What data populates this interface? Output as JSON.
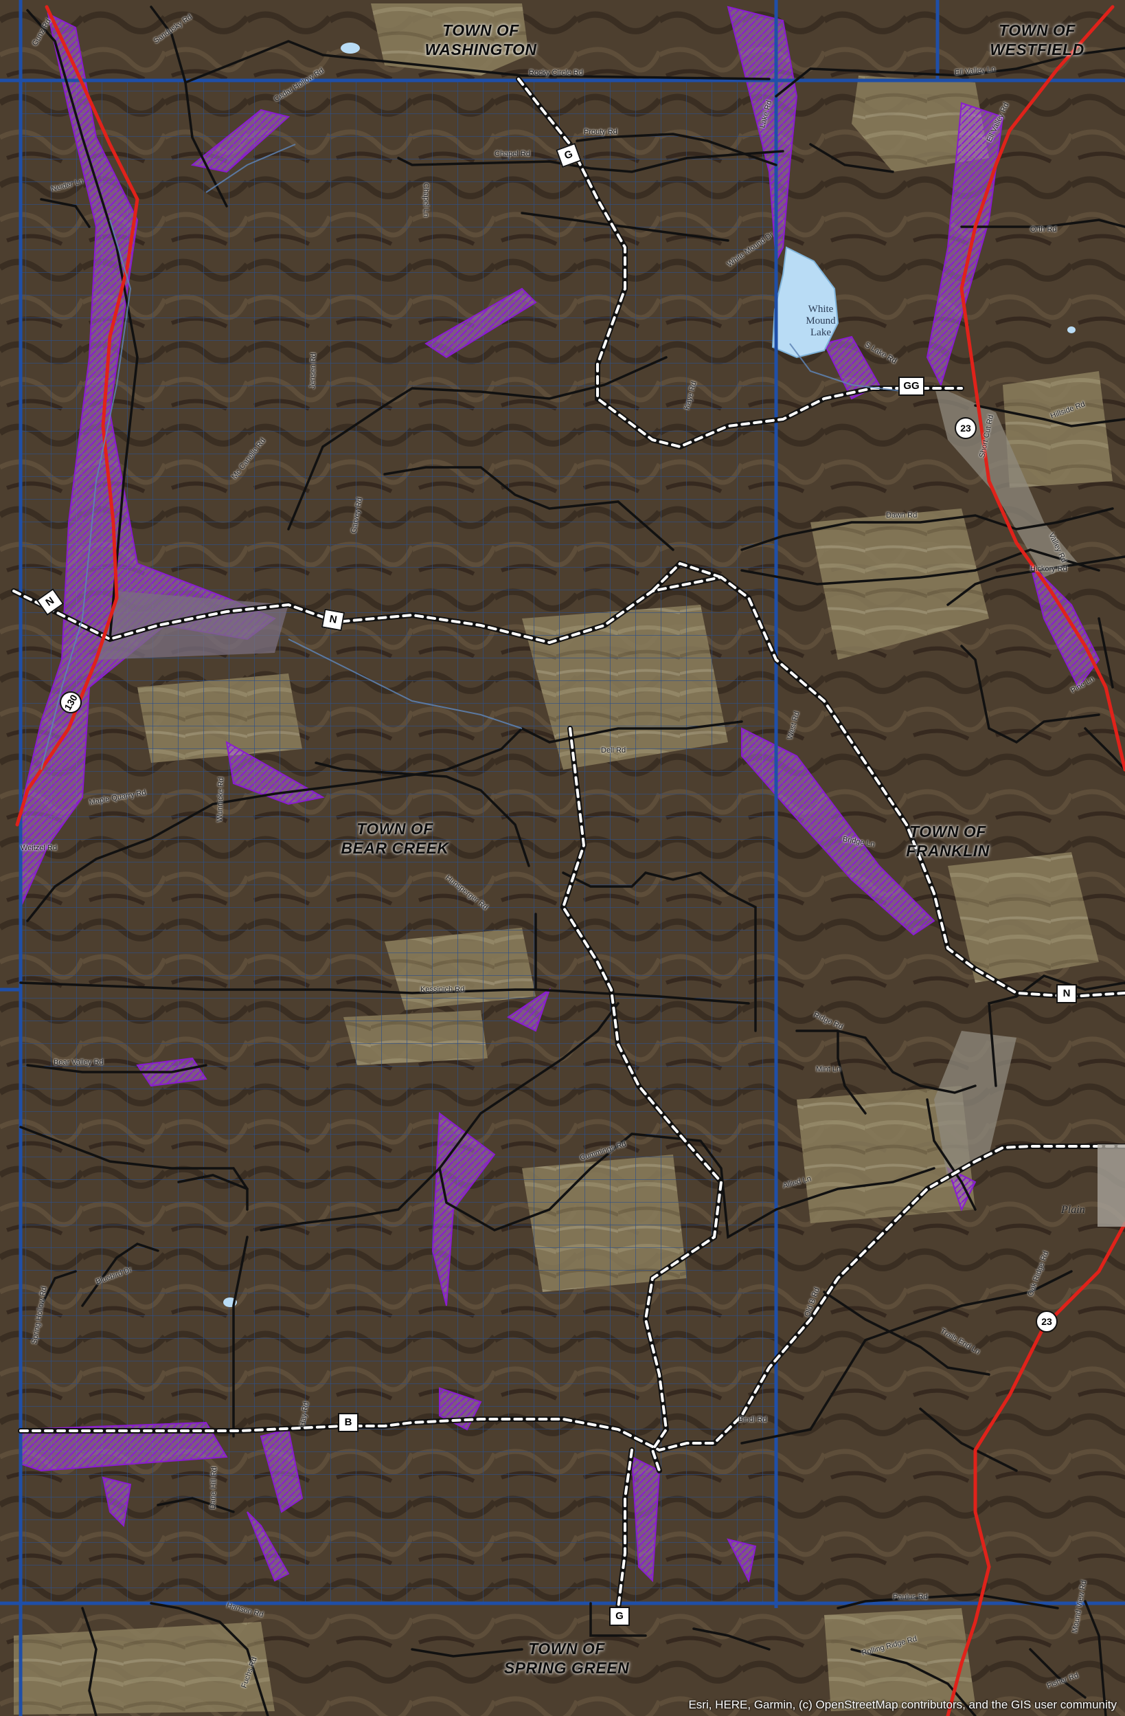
{
  "towns": [
    {
      "id": "washington",
      "line1": "TOWN OF",
      "line2": "WASHINGTON"
    },
    {
      "id": "westfield",
      "line1": "TOWN OF",
      "line2": "WESTFIELD"
    },
    {
      "id": "bear-creek",
      "line1": "TOWN OF",
      "line2": "BEAR CREEK"
    },
    {
      "id": "franklin",
      "line1": "TOWN OF",
      "line2": "FRANKLIN"
    },
    {
      "id": "spring-green",
      "line1": "TOWN OF",
      "line2": "SPRING GREEN"
    }
  ],
  "roads": [
    {
      "id": "rocky-circle",
      "label": "Rocky Circle Rd"
    },
    {
      "id": "ell-valley-ln",
      "label": "Ell Valley Ln"
    },
    {
      "id": "sandusky",
      "label": "Sandusky Rd"
    },
    {
      "id": "gunz",
      "label": "Gunz Rd"
    },
    {
      "id": "cedar-hollow",
      "label": "Cedar Hollow Rd"
    },
    {
      "id": "prouty",
      "label": "Prouty Rd"
    },
    {
      "id": "chapel",
      "label": "Chapel Rd"
    },
    {
      "id": "chapel-ln",
      "label": "Chapel Ln"
    },
    {
      "id": "lake",
      "label": "Lake Rd"
    },
    {
      "id": "ell-valley-rd",
      "label": "Ell Valley Rd"
    },
    {
      "id": "neider",
      "label": "Neider Ln"
    },
    {
      "id": "orth",
      "label": "Orth Rd"
    },
    {
      "id": "white-mound-dr",
      "label": "White Mound Dr"
    },
    {
      "id": "s-lake",
      "label": "S Lake Rd"
    },
    {
      "id": "mcanelle",
      "label": "Mc Canelle Rd"
    },
    {
      "id": "jensen",
      "label": "Jensen Rd"
    },
    {
      "id": "kaye",
      "label": "Kaye Rd"
    },
    {
      "id": "hillside",
      "label": "Hillside Rd"
    },
    {
      "id": "short-cut",
      "label": "Short Cut Rd"
    },
    {
      "id": "garvey",
      "label": "Garvey Rd"
    },
    {
      "id": "dawn",
      "label": "Dawn Rd"
    },
    {
      "id": "valley",
      "label": "Valley Rd"
    },
    {
      "id": "hickory",
      "label": "Hickory Rd"
    },
    {
      "id": "pine",
      "label": "Pine Ln"
    },
    {
      "id": "dell",
      "label": "Dell Rd"
    },
    {
      "id": "west",
      "label": "West Rd"
    },
    {
      "id": "maple-quarry",
      "label": "Maple Quarry Rd"
    },
    {
      "id": "wunnicke",
      "label": "Wunnicke Rd"
    },
    {
      "id": "weitzel",
      "label": "Weitzel Rd"
    },
    {
      "id": "bridge",
      "label": "Bridge Ln"
    },
    {
      "id": "hunsperger",
      "label": "Hunsperger Rd"
    },
    {
      "id": "kessinich",
      "label": "Kessinich Rd"
    },
    {
      "id": "ridge",
      "label": "Ridge Rd"
    },
    {
      "id": "mint",
      "label": "Mint Ln"
    },
    {
      "id": "bear-valley",
      "label": "Bear Valley Rd"
    },
    {
      "id": "cummings",
      "label": "Cummings Rd"
    },
    {
      "id": "allied",
      "label": "Allied Ln"
    },
    {
      "id": "bluebird",
      "label": "Bluebird Dr"
    },
    {
      "id": "spring-hollow",
      "label": "Spring Hollow Rd"
    },
    {
      "id": "old-b",
      "label": "Old B Rd"
    },
    {
      "id": "trails-end",
      "label": "Trails End Ln"
    },
    {
      "id": "oak-ridge",
      "label": "Oak Ridge Rd"
    },
    {
      "id": "hay",
      "label": "Hay Rd"
    },
    {
      "id": "bindl",
      "label": "Bindl Rd"
    },
    {
      "id": "dane-hill",
      "label": "Dane Hill Rd"
    },
    {
      "id": "pauls",
      "label": "Paulus Rd"
    },
    {
      "id": "hanson",
      "label": "Hanson Rd"
    },
    {
      "id": "rolling-ridge",
      "label": "Rolling Ridge Rd"
    },
    {
      "id": "fisher",
      "label": "Fisher Rd"
    },
    {
      "id": "mound-view",
      "label": "Mound View Rd"
    },
    {
      "id": "fuchs",
      "label": "Fuchs Rd"
    }
  ],
  "shields": [
    {
      "id": "g-north",
      "label": "G",
      "kind": "county"
    },
    {
      "id": "gg",
      "label": "GG",
      "kind": "county"
    },
    {
      "id": "n-west",
      "label": "N",
      "kind": "county"
    },
    {
      "id": "n-center",
      "label": "N",
      "kind": "county"
    },
    {
      "id": "n-east",
      "label": "N",
      "kind": "county"
    },
    {
      "id": "b",
      "label": "B",
      "kind": "county"
    },
    {
      "id": "g-south",
      "label": "G",
      "kind": "county"
    },
    {
      "id": "hwy23-north",
      "label": "23",
      "kind": "state"
    },
    {
      "id": "hwy130",
      "label": "130",
      "kind": "state"
    },
    {
      "id": "hwy23-south",
      "label": "23",
      "kind": "state"
    }
  ],
  "water": {
    "lake_label_1": "White",
    "lake_label_2": "Mound",
    "lake_label_3": "Lake"
  },
  "places": {
    "plain": "Plain"
  },
  "attribution": "Esri, HERE, Garmin, (c) OpenStreetMap contributors, and the GIS user community",
  "colors": {
    "terrain_dark": "#4b3c2c",
    "terrain_field": "#8d8160",
    "grid_line": "#2b4f8a",
    "town_boundary": "#1f4fa8",
    "state_highway": "#e0221a",
    "county_road": "#111111",
    "floodplain": "#9b2fd0",
    "lake": "#b9dcf5"
  }
}
